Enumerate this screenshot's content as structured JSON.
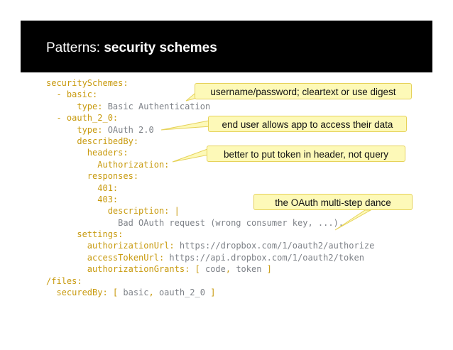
{
  "slide": {
    "title_prefix": "Patterns: ",
    "title_bold": "security schemes"
  },
  "code_lines": [
    [
      {
        "t": "securitySchemes:",
        "c": "k"
      }
    ],
    [
      {
        "t": "  - ",
        "c": "p"
      },
      {
        "t": "basic:",
        "c": "k"
      }
    ],
    [
      {
        "t": "      type: ",
        "c": "k"
      },
      {
        "t": "Basic Authentication",
        "c": "v"
      }
    ],
    [
      {
        "t": "  - ",
        "c": "p"
      },
      {
        "t": "oauth_2_0:",
        "c": "k"
      }
    ],
    [
      {
        "t": "      type: ",
        "c": "k"
      },
      {
        "t": "OAuth 2.0",
        "c": "v"
      }
    ],
    [
      {
        "t": "      describedBy:",
        "c": "k"
      }
    ],
    [
      {
        "t": "        headers:",
        "c": "k"
      }
    ],
    [
      {
        "t": "          Authorization:",
        "c": "k"
      }
    ],
    [
      {
        "t": "        responses:",
        "c": "k"
      }
    ],
    [
      {
        "t": "          401:",
        "c": "k"
      }
    ],
    [
      {
        "t": "          403:",
        "c": "k"
      }
    ],
    [
      {
        "t": "            description: |",
        "c": "k"
      }
    ],
    [
      {
        "t": "              Bad OAuth request (wrong consumer key, ...).",
        "c": "v"
      }
    ],
    [
      {
        "t": "      settings:",
        "c": "k"
      }
    ],
    [
      {
        "t": "        authorizationUrl: ",
        "c": "k"
      },
      {
        "t": "https://dropbox.com/1/oauth2/authorize",
        "c": "v"
      }
    ],
    [
      {
        "t": "        accessTokenUrl: ",
        "c": "k"
      },
      {
        "t": "https://api.dropbox.com/1/oauth2/token",
        "c": "v"
      }
    ],
    [
      {
        "t": "        authorizationGrants: ",
        "c": "k"
      },
      {
        "t": "[ ",
        "c": "p"
      },
      {
        "t": "code",
        "c": "v"
      },
      {
        "t": ", ",
        "c": "p"
      },
      {
        "t": "token",
        "c": "v"
      },
      {
        "t": " ]",
        "c": "p"
      }
    ],
    [
      {
        "t": "/files:",
        "c": "k"
      }
    ],
    [
      {
        "t": "  securedBy: ",
        "c": "k"
      },
      {
        "t": "[ ",
        "c": "p"
      },
      {
        "t": "basic",
        "c": "v"
      },
      {
        "t": ", ",
        "c": "p"
      },
      {
        "t": "oauth_2_0",
        "c": "v"
      },
      {
        "t": " ]",
        "c": "p"
      }
    ]
  ],
  "callouts": {
    "basic": "username/password; cleartext or use digest",
    "end_user": "end user allows app to access their data",
    "token": "better to put token in header, not query",
    "dance": "the OAuth multi-step dance"
  },
  "colors": {
    "key": "#c89a0e",
    "value": "#7e8288",
    "callout_fill": "#fdf9b8",
    "callout_border": "#e6d25a",
    "header_bg": "#000000"
  }
}
